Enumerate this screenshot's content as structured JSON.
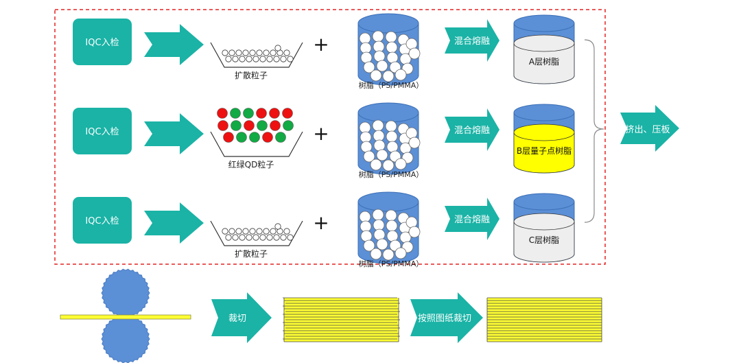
{
  "rows": [
    {
      "iqc_label": "IQC入检",
      "particle_label": "扩散粒子",
      "resin_label": "树脂（PS/PMMA）",
      "mix_label": "混合熔融",
      "layer_label": "A层树脂",
      "layer_fill": "#eeeeee",
      "particle_type": "diffusion"
    },
    {
      "iqc_label": "IQC入检",
      "particle_label": "红绿QD粒子",
      "resin_label": "树脂（PS/PMMA）",
      "mix_label": "混合熔融",
      "layer_label": "B层量子点树脂",
      "layer_fill": "#ffff00",
      "particle_type": "qd"
    },
    {
      "iqc_label": "IQC入检",
      "particle_label": "扩散粒子",
      "resin_label": "树脂（PS/PMMA）",
      "mix_label": "混合熔融",
      "layer_label": "C层树脂",
      "layer_fill": "#eeeeee",
      "particle_type": "diffusion"
    }
  ],
  "plus_symbol": "+",
  "extrude_label": "挤出、压板",
  "cut_label": "裁切",
  "cut_by_drawing_label": "按照图纸裁切",
  "colors": {
    "teal": "#1ab3a6",
    "resin_blue": "#5b8fd6",
    "qd_red": "#ee1111",
    "qd_green": "#11aa44",
    "sheet_yellow": "#ffff33",
    "dashed_red": "#e32222"
  }
}
